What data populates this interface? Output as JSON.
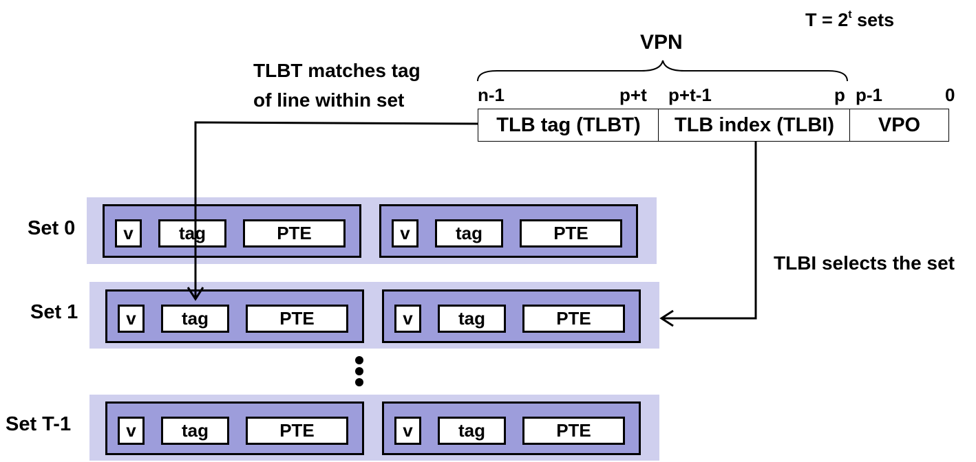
{
  "header": {
    "t_sets_prefix": "T = 2",
    "t_sets_exp": "t",
    "t_sets_suffix": " sets"
  },
  "vpn": {
    "label": "VPN",
    "bits": {
      "n_minus_1": "n-1",
      "p_plus_t": "p+t",
      "p_plus_t_minus_1": "p+t-1",
      "p": "p",
      "p_minus_1": "p-1",
      "zero": "0"
    },
    "fields": {
      "tlbt": "TLB tag (TLBT)",
      "tlbi": "TLB index (TLBI)",
      "vpo": "VPO"
    }
  },
  "annotations": {
    "tlbt_line1": "TLBT matches tag",
    "tlbt_line2": "of line within set",
    "tlbi_selects": "TLBI selects the set"
  },
  "sets": [
    {
      "label": "Set 0",
      "lines": [
        {
          "v": "v",
          "tag": "tag",
          "pte": "PTE"
        },
        {
          "v": "v",
          "tag": "tag",
          "pte": "PTE"
        }
      ]
    },
    {
      "label": "Set 1",
      "lines": [
        {
          "v": "v",
          "tag": "tag",
          "pte": "PTE"
        },
        {
          "v": "v",
          "tag": "tag",
          "pte": "PTE"
        }
      ]
    },
    {
      "label": "Set T-1",
      "lines": [
        {
          "v": "v",
          "tag": "tag",
          "pte": "PTE"
        },
        {
          "v": "v",
          "tag": "tag",
          "pte": "PTE"
        }
      ]
    }
  ],
  "colors": {
    "set_background": "#cfcfee",
    "line_fill": "#9d9ddb",
    "cell_fill": "#ffffff",
    "stroke": "#000000"
  }
}
